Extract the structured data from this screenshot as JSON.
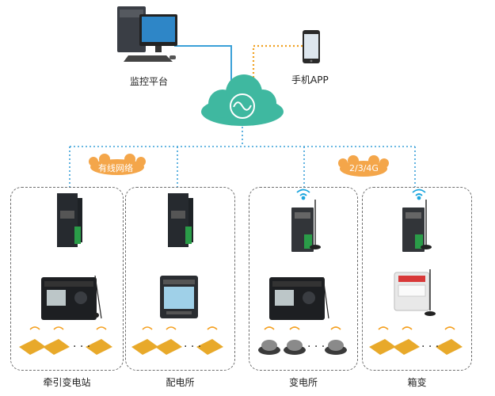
{
  "top": {
    "monitor_label": "监控平台",
    "phone_label": "手机APP"
  },
  "network": {
    "wired_label": "有线网络",
    "wireless_label": "2/3/4G"
  },
  "sites": [
    {
      "label": "牵引变电站"
    },
    {
      "label": "配电所"
    },
    {
      "label": "变电所"
    },
    {
      "label": "箱变"
    }
  ],
  "colors": {
    "cloud": "#3fb8a0",
    "network_line": "#3aa0d8",
    "phone_link": "#f0a020",
    "pill": "#f4a64a",
    "sensor": "#e8a92a",
    "wifi": "#f4a020"
  }
}
